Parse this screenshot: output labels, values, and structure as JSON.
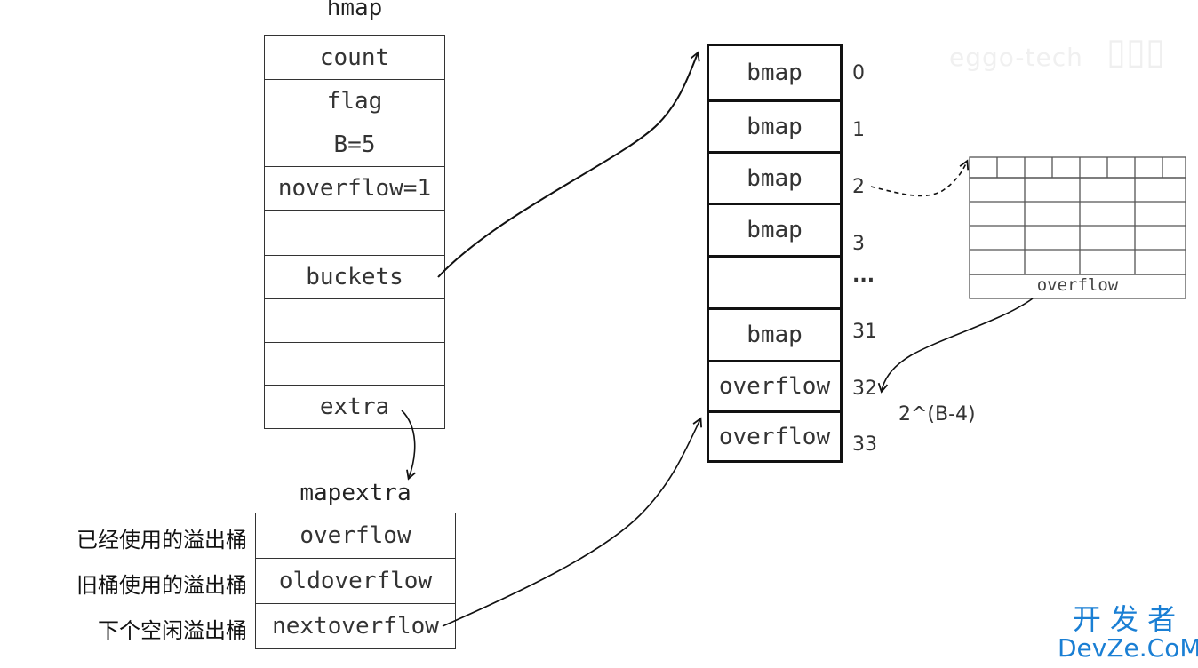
{
  "hmap": {
    "title": "hmap",
    "fields": [
      "count",
      "flag",
      "B=5",
      "noverflow=1",
      "",
      "buckets",
      "",
      "",
      "extra"
    ]
  },
  "mapextra": {
    "title": "mapextra",
    "fields": [
      "overflow",
      "oldoverflow",
      "nextoverflow"
    ],
    "descriptions": [
      "已经使用的溢出桶",
      "旧桶使用的溢出桶",
      "下个空闲溢出桶"
    ]
  },
  "buckets": {
    "cells": [
      "bmap",
      "bmap",
      "bmap",
      "bmap",
      "",
      "bmap",
      "overflow",
      "overflow"
    ],
    "indices": [
      "0",
      "1",
      "2",
      "3",
      "...",
      "31",
      "32",
      "33"
    ]
  },
  "bmap_struct": {
    "footer": "overflow"
  },
  "formula": "2^(B-4)",
  "watermark": {
    "top_right": "eggo-tech",
    "brand_cn": "开 发 者",
    "brand_en": "DevZe.CoM",
    "color": "#1a7fd4"
  }
}
